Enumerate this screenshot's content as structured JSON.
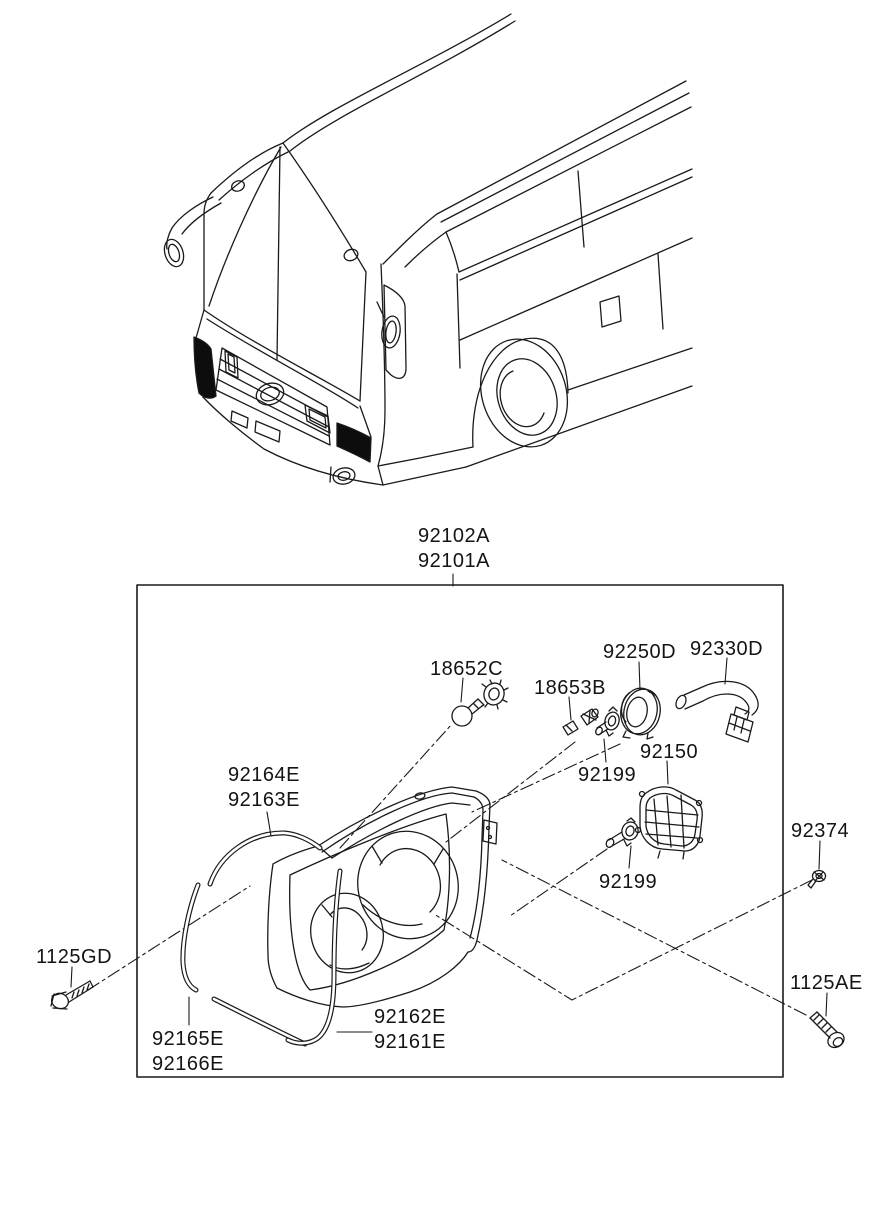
{
  "labels": {
    "assembly": {
      "line1": "92102A",
      "line2": "92101A"
    },
    "bulb_large": "18652C",
    "bulb_small": "18653B",
    "retainer_ring": "92250D",
    "wiring": "92330D",
    "cover_grid": "92150",
    "holder_upper": "92199",
    "holder_lower": "92199",
    "moulding_top_1": "92164E",
    "moulding_top_2": "92163E",
    "screw": "92374",
    "bolt_left": "1125GD",
    "bolt_right": "1125AE",
    "moulding_mid_1": "92162E",
    "moulding_mid_2": "92161E",
    "moulding_left_1": "92165E",
    "moulding_left_2": "92166E"
  },
  "colors": {
    "line": "#1a1a1a",
    "background": "#ffffff",
    "lamp_fill": "#0d0d0d"
  }
}
